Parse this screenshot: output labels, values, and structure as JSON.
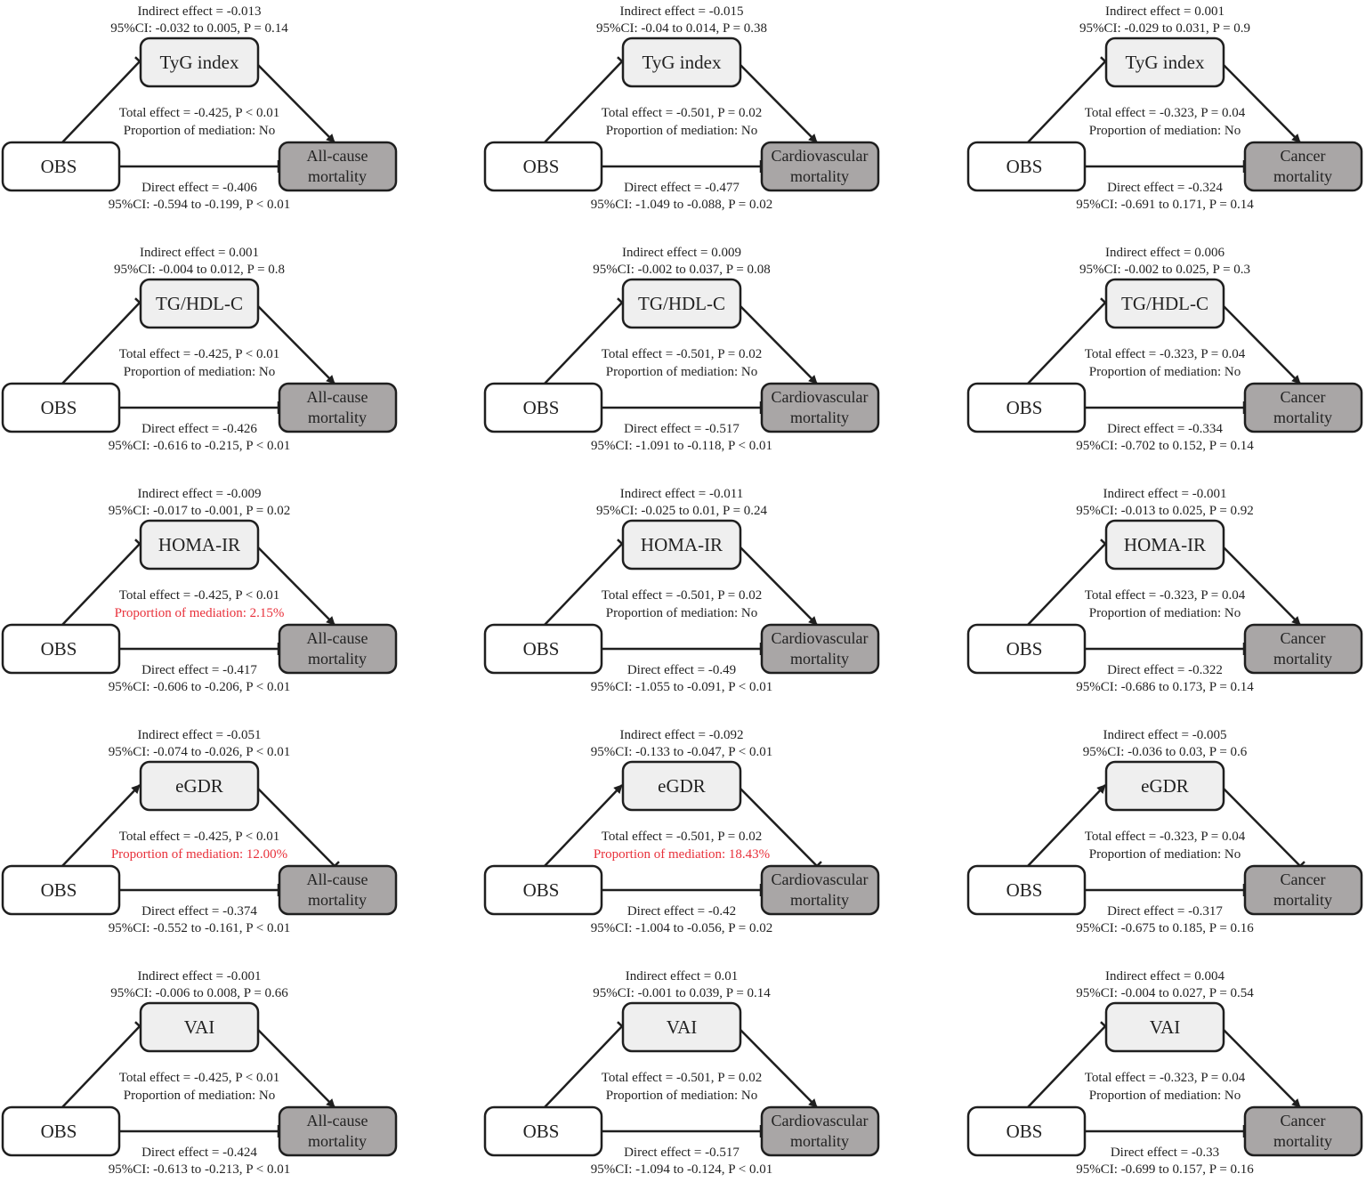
{
  "colors": {
    "mediator_fill": "#efefef",
    "outcome_fill": "#a9a6a6",
    "exposure_fill": "#ffffff",
    "stroke": "#1f1f1f",
    "highlight": "#e8303a"
  },
  "diagrams": [
    {
      "exposure": "OBS",
      "mediator": "TyG index",
      "outcome": [
        "All-cause",
        "mortality"
      ],
      "indirect_effect": "Indirect effect = -0.013",
      "indirect_ci": "95%CI: -0.032 to 0.005, P = 0.14",
      "total_effect": "Total effect = -0.425, P < 0.01",
      "proportion": "Proportion of mediation: No",
      "proportion_significant": false,
      "direct_effect": "Direct effect = -0.406",
      "direct_ci": "95%CI: -0.594 to -0.199, P < 0.01",
      "a_path": "inhibit",
      "b_path": "arrow"
    },
    {
      "exposure": "OBS",
      "mediator": "TyG index",
      "outcome": [
        "Cardiovascular",
        "mortality"
      ],
      "indirect_effect": "Indirect effect = -0.015",
      "indirect_ci": "95%CI: -0.04 to 0.014, P = 0.38",
      "total_effect": "Total effect = -0.501, P = 0.02",
      "proportion": "Proportion of mediation: No",
      "proportion_significant": false,
      "direct_effect": "Direct effect = -0.477",
      "direct_ci": "95%CI: -1.049 to -0.088, P = 0.02",
      "a_path": "inhibit",
      "b_path": "arrow"
    },
    {
      "exposure": "OBS",
      "mediator": "TyG index",
      "outcome": [
        "Cancer",
        "mortality"
      ],
      "indirect_effect": "Indirect effect = 0.001",
      "indirect_ci": "95%CI: -0.029 to 0.031, P = 0.9",
      "total_effect": "Total effect = -0.323, P = 0.04",
      "proportion": "Proportion of mediation: No",
      "proportion_significant": false,
      "direct_effect": "Direct effect = -0.324",
      "direct_ci": "95%CI: -0.691 to 0.171, P = 0.14",
      "a_path": "inhibit",
      "b_path": "arrow"
    },
    {
      "exposure": "OBS",
      "mediator": "TG/HDL-C",
      "outcome": [
        "All-cause",
        "mortality"
      ],
      "indirect_effect": "Indirect effect = 0.001",
      "indirect_ci": "95%CI: -0.004 to 0.012, P = 0.8",
      "total_effect": "Total effect = -0.425, P < 0.01",
      "proportion": "Proportion of mediation: No",
      "proportion_significant": false,
      "direct_effect": "Direct effect = -0.426",
      "direct_ci": "95%CI: -0.616 to -0.215, P < 0.01",
      "a_path": "inhibit",
      "b_path": "arrow"
    },
    {
      "exposure": "OBS",
      "mediator": "TG/HDL-C",
      "outcome": [
        "Cardiovascular",
        "mortality"
      ],
      "indirect_effect": "Indirect effect = 0.009",
      "indirect_ci": "95%CI: -0.002 to 0.037, P = 0.08",
      "total_effect": "Total effect = -0.501, P = 0.02",
      "proportion": "Proportion of mediation: No",
      "proportion_significant": false,
      "direct_effect": "Direct effect = -0.517",
      "direct_ci": "95%CI: -1.091 to -0.118, P < 0.01",
      "a_path": "inhibit",
      "b_path": "arrow"
    },
    {
      "exposure": "OBS",
      "mediator": "TG/HDL-C",
      "outcome": [
        "Cancer",
        "mortality"
      ],
      "indirect_effect": "Indirect effect = 0.006",
      "indirect_ci": "95%CI: -0.002 to 0.025, P = 0.3",
      "total_effect": "Total effect = -0.323, P = 0.04",
      "proportion": "Proportion of mediation: No",
      "proportion_significant": false,
      "direct_effect": "Direct effect = -0.334",
      "direct_ci": "95%CI: -0.702 to 0.152, P = 0.14",
      "a_path": "inhibit",
      "b_path": "arrow"
    },
    {
      "exposure": "OBS",
      "mediator": "HOMA-IR",
      "outcome": [
        "All-cause",
        "mortality"
      ],
      "indirect_effect": "Indirect effect = -0.009",
      "indirect_ci": "95%CI: -0.017 to -0.001, P = 0.02",
      "total_effect": "Total effect = -0.425, P < 0.01",
      "proportion": "Proportion of mediation: 2.15%",
      "proportion_significant": true,
      "direct_effect": "Direct effect = -0.417",
      "direct_ci": "95%CI: -0.606 to -0.206, P < 0.01",
      "a_path": "inhibit",
      "b_path": "arrow"
    },
    {
      "exposure": "OBS",
      "mediator": "HOMA-IR",
      "outcome": [
        "Cardiovascular",
        "mortality"
      ],
      "indirect_effect": "Indirect effect = -0.011",
      "indirect_ci": "95%CI: -0.025 to 0.01, P = 0.24",
      "total_effect": "Total effect = -0.501, P = 0.02",
      "proportion": "Proportion of mediation: No",
      "proportion_significant": false,
      "direct_effect": "Direct effect = -0.49",
      "direct_ci": "95%CI: -1.055 to -0.091, P < 0.01",
      "a_path": "inhibit",
      "b_path": "arrow"
    },
    {
      "exposure": "OBS",
      "mediator": "HOMA-IR",
      "outcome": [
        "Cancer",
        "mortality"
      ],
      "indirect_effect": "Indirect effect = -0.001",
      "indirect_ci": "95%CI: -0.013 to 0.025, P = 0.92",
      "total_effect": "Total effect = -0.323, P = 0.04",
      "proportion": "Proportion of mediation: No",
      "proportion_significant": false,
      "direct_effect": "Direct effect = -0.322",
      "direct_ci": "95%CI: -0.686 to 0.173, P = 0.14",
      "a_path": "inhibit",
      "b_path": "arrow"
    },
    {
      "exposure": "OBS",
      "mediator": "eGDR",
      "outcome": [
        "All-cause",
        "mortality"
      ],
      "indirect_effect": "Indirect effect = -0.051",
      "indirect_ci": "95%CI: -0.074 to -0.026, P < 0.01",
      "total_effect": "Total effect = -0.425, P < 0.01",
      "proportion": "Proportion of mediation: 12.00%",
      "proportion_significant": true,
      "direct_effect": "Direct effect = -0.374",
      "direct_ci": "95%CI: -0.552 to -0.161, P < 0.01",
      "a_path": "arrow",
      "b_path": "inhibit"
    },
    {
      "exposure": "OBS",
      "mediator": "eGDR",
      "outcome": [
        "Cardiovascular",
        "mortality"
      ],
      "indirect_effect": "Indirect effect = -0.092",
      "indirect_ci": "95%CI: -0.133 to -0.047, P < 0.01",
      "total_effect": "Total effect = -0.501, P = 0.02",
      "proportion": "Proportion of mediation: 18.43%",
      "proportion_significant": true,
      "direct_effect": "Direct effect = -0.42",
      "direct_ci": "95%CI: -1.004 to -0.056, P = 0.02",
      "a_path": "arrow",
      "b_path": "inhibit"
    },
    {
      "exposure": "OBS",
      "mediator": "eGDR",
      "outcome": [
        "Cancer",
        "mortality"
      ],
      "indirect_effect": "Indirect effect = -0.005",
      "indirect_ci": "95%CI: -0.036 to 0.03, P = 0.6",
      "total_effect": "Total effect = -0.323, P = 0.04",
      "proportion": "Proportion of mediation: No",
      "proportion_significant": false,
      "direct_effect": "Direct effect = -0.317",
      "direct_ci": "95%CI: -0.675 to 0.185, P = 0.16",
      "a_path": "arrow",
      "b_path": "inhibit"
    },
    {
      "exposure": "OBS",
      "mediator": "VAI",
      "outcome": [
        "All-cause",
        "mortality"
      ],
      "indirect_effect": "Indirect effect = -0.001",
      "indirect_ci": "95%CI: -0.006 to 0.008, P = 0.66",
      "total_effect": "Total effect = -0.425, P < 0.01",
      "proportion": "Proportion of mediation: No",
      "proportion_significant": false,
      "direct_effect": "Direct effect = -0.424",
      "direct_ci": "95%CI: -0.613 to -0.213, P < 0.01",
      "a_path": "inhibit",
      "b_path": "arrow"
    },
    {
      "exposure": "OBS",
      "mediator": "VAI",
      "outcome": [
        "Cardiovascular",
        "mortality"
      ],
      "indirect_effect": "Indirect effect = 0.01",
      "indirect_ci": "95%CI: -0.001 to 0.039, P = 0.14",
      "total_effect": "Total effect = -0.501, P = 0.02",
      "proportion": "Proportion of mediation: No",
      "proportion_significant": false,
      "direct_effect": "Direct effect = -0.517",
      "direct_ci": "95%CI: -1.094 to -0.124, P < 0.01",
      "a_path": "inhibit",
      "b_path": "arrow"
    },
    {
      "exposure": "OBS",
      "mediator": "VAI",
      "outcome": [
        "Cancer",
        "mortality"
      ],
      "indirect_effect": "Indirect effect = 0.004",
      "indirect_ci": "95%CI: -0.004 to 0.027, P = 0.54",
      "total_effect": "Total effect = -0.323, P = 0.04",
      "proportion": "Proportion of mediation: No",
      "proportion_significant": false,
      "direct_effect": "Direct effect = -0.33",
      "direct_ci": "95%CI: -0.699 to 0.157, P = 0.16",
      "a_path": "inhibit",
      "b_path": "arrow"
    }
  ]
}
